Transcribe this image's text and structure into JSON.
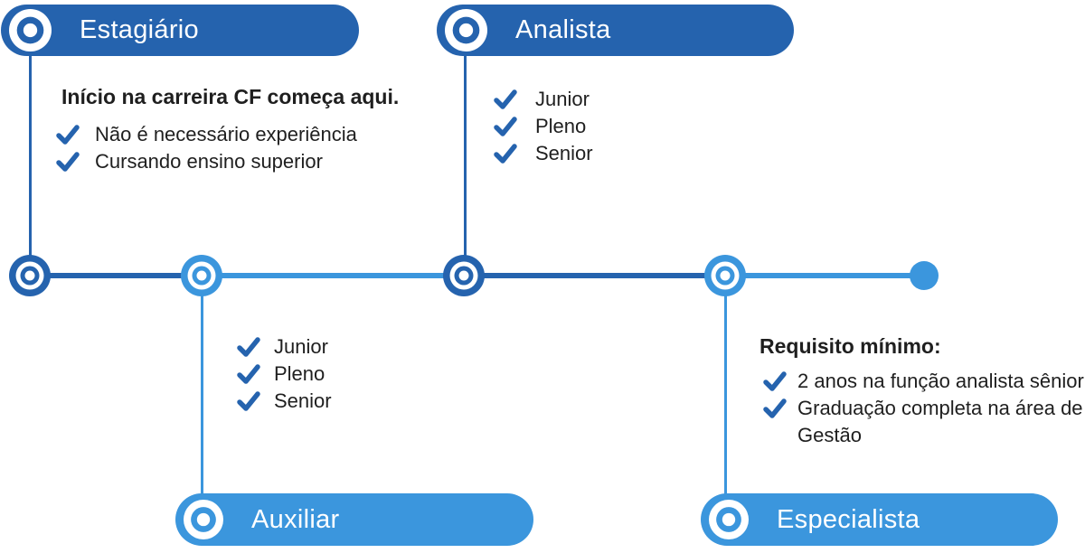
{
  "palette": {
    "dark_blue": "#2563ae",
    "light_blue": "#3b96dd",
    "text": "#1f1f1f",
    "background": "#ffffff"
  },
  "stages": {
    "estagiario": {
      "label": "Estagiário",
      "theme": "dark",
      "heading": "Início na carreira CF começa aqui.",
      "items": [
        "Não é necessário experiência",
        "Cursando ensino superior"
      ]
    },
    "analista": {
      "label": "Analista",
      "theme": "dark",
      "items": [
        "Junior",
        "Pleno",
        "Senior"
      ]
    },
    "auxiliar": {
      "label": "Auxiliar",
      "theme": "light",
      "items": [
        "Junior",
        "Pleno",
        "Senior"
      ]
    },
    "especialista": {
      "label": "Especialista",
      "theme": "light",
      "heading": "Requisito mínimo:",
      "items": [
        "2 anos na função analista sênior",
        "Graduação completa na área de Gestão"
      ]
    }
  },
  "icons": {
    "stage_marker": "target-icon",
    "list_bullet": "check-icon"
  }
}
